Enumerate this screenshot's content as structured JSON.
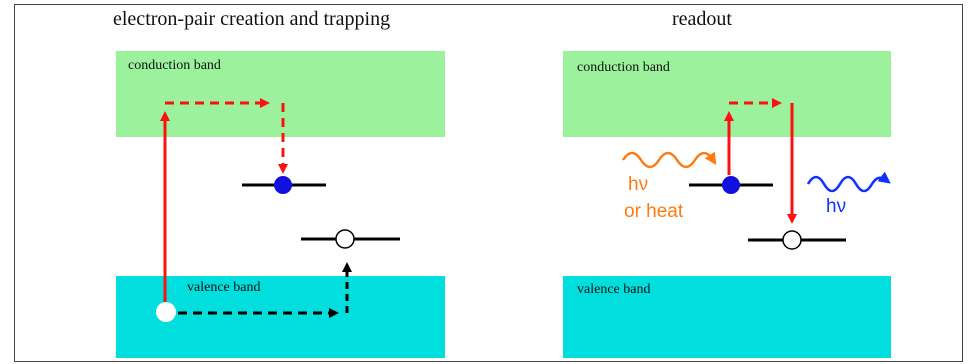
{
  "left_panel": {
    "title": "electron-pair creation and trapping",
    "conduction_band_label": "conduction band",
    "valence_band_label": "valence band"
  },
  "right_panel": {
    "title": "readout",
    "conduction_band_label": "conduction band",
    "valence_band_label": "valence band",
    "stimulus_label_line1": "hν",
    "stimulus_label_line2": "or heat",
    "emission_label": "hν"
  },
  "colors": {
    "conduction_band": "#9cf29c",
    "valence_band": "#00dede",
    "electron_path": "#ff1010",
    "hole_path": "#000000",
    "electron": "#1010e0",
    "stimulus": "#ff7a10",
    "emission": "#1030ff"
  }
}
